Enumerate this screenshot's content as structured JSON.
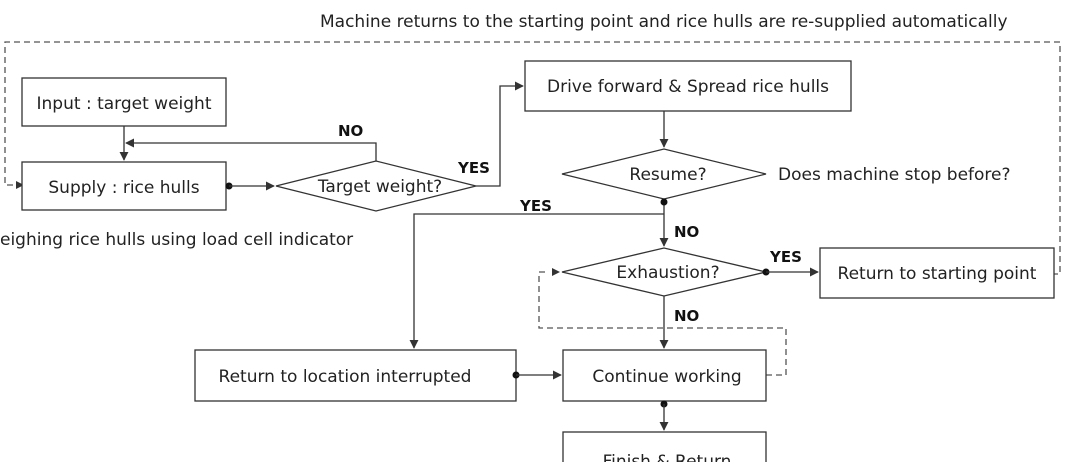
{
  "diagram": {
    "top_note": "Machine returns to the starting point and rice hulls are re-supplied automatically",
    "weigh_note": "eighing rice hulls using load cell indicator",
    "stop_note": "Does machine stop before?",
    "nodes": {
      "input": "Input : target weight",
      "supply": "Supply : rice hulls",
      "target": "Target weight?",
      "drive": "Drive forward & Spread rice hulls",
      "resume": "Resume?",
      "exhaustion": "Exhaustion?",
      "return_start": "Return to starting point",
      "return_loc": "Return to location interrupted",
      "continue": "Continue working",
      "finish": "Finish & Return"
    },
    "labels": {
      "no_target": "NO",
      "yes_target": "YES",
      "yes_resume": "YES",
      "no_resume": "NO",
      "yes_exhaustion": "YES",
      "no_exhaustion": "NO"
    }
  }
}
